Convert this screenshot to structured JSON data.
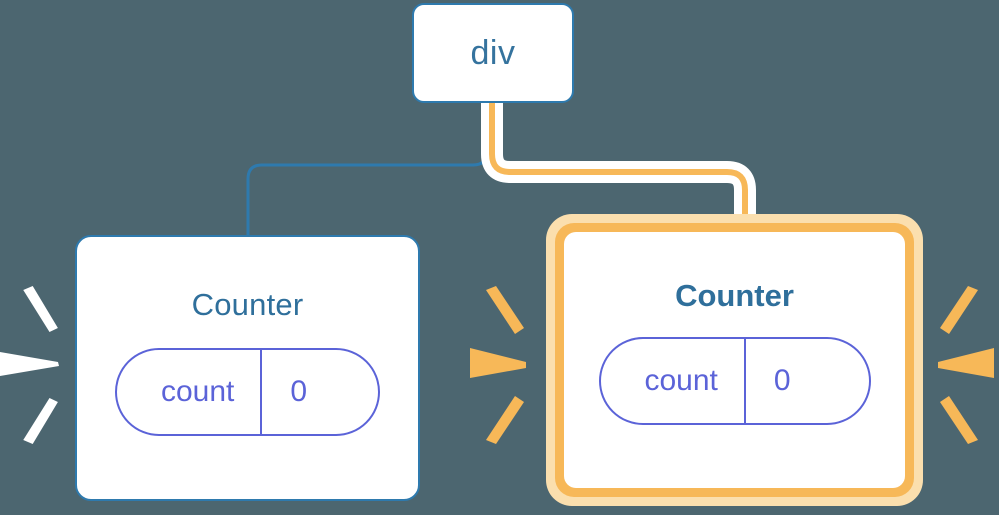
{
  "diagram": {
    "type": "component-tree",
    "background_color": "#4c6670",
    "title_hidden": "",
    "nodes": [
      {
        "id": "root",
        "label": "div",
        "style": "plain",
        "border_color": "#2e7aae",
        "text_color": "#35739e"
      },
      {
        "id": "counter-left",
        "label": "Counter",
        "style": "plain",
        "highlighted": "false",
        "border_color": "#2e7aae",
        "text_color": "#2f6f9b",
        "state": {
          "key": "count",
          "value": "0"
        }
      },
      {
        "id": "counter-right",
        "label": "Counter",
        "style": "highlighted",
        "highlighted": "true",
        "border_color": "#f7b858",
        "glow_color": "#fbdfae",
        "text_color": "#2f6f9b",
        "state": {
          "key": "count",
          "value": "0"
        }
      }
    ],
    "edges": [
      {
        "id": "edge-root-left",
        "from": "root",
        "to": "counter-left",
        "color": "#2e7aae",
        "highlighted": "false"
      },
      {
        "id": "edge-root-right",
        "from": "root",
        "to": "counter-right",
        "color": "#f7b858",
        "halo_color": "#ffffff",
        "highlighted": "true"
      }
    ],
    "bursts": [
      {
        "id": "burst-left-outer",
        "color": "#ffffff",
        "direction": "right",
        "rays": "3"
      },
      {
        "id": "burst-left-inner",
        "color": "#f7b858",
        "direction": "right",
        "rays": "3"
      },
      {
        "id": "burst-right-outer",
        "color": "#f7b858",
        "direction": "left",
        "rays": "3"
      }
    ],
    "palette": {
      "background": "#4c6670",
      "blue_border": "#2e7aae",
      "blue_text": "#35739e",
      "counter_text": "#2f6f9b",
      "pill_indigo": "#5b63d8",
      "amber": "#f7b858",
      "amber_pale": "#fbdfae",
      "white": "#ffffff"
    }
  },
  "labels": {
    "root_label": "div",
    "counter_left_label": "Counter",
    "counter_right_label": "Counter",
    "state_key_left": "count",
    "state_value_left": "0",
    "state_key_right": "count",
    "state_value_right": "0"
  }
}
